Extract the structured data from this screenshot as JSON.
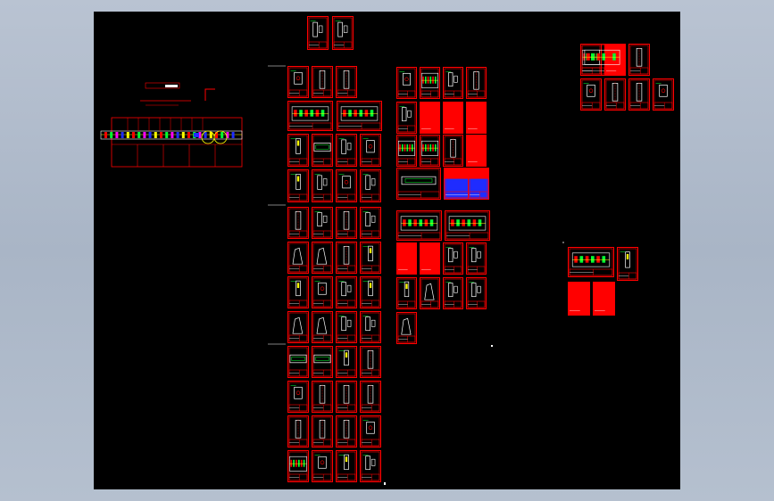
{
  "app": {
    "view": "cad-model-space",
    "background_color": "#b5c0cf",
    "canvas_color": "#000000"
  },
  "colors": {
    "frame": "#ff0000",
    "fill": "#ff0000",
    "accent_blue": "#1f2cff",
    "accent_green": "#00ff33",
    "accent_magenta": "#ff00ff",
    "accent_yellow": "#ffff00",
    "line_white": "#ffffff"
  },
  "drawing": {
    "sheet_groups": [
      "top-center-pair",
      "left-assembly-strip",
      "main-column-block-1",
      "main-column-block-2",
      "main-column-block-3",
      "middle-block-1",
      "middle-block-2",
      "right-upper-cluster",
      "right-lower-cluster"
    ]
  }
}
